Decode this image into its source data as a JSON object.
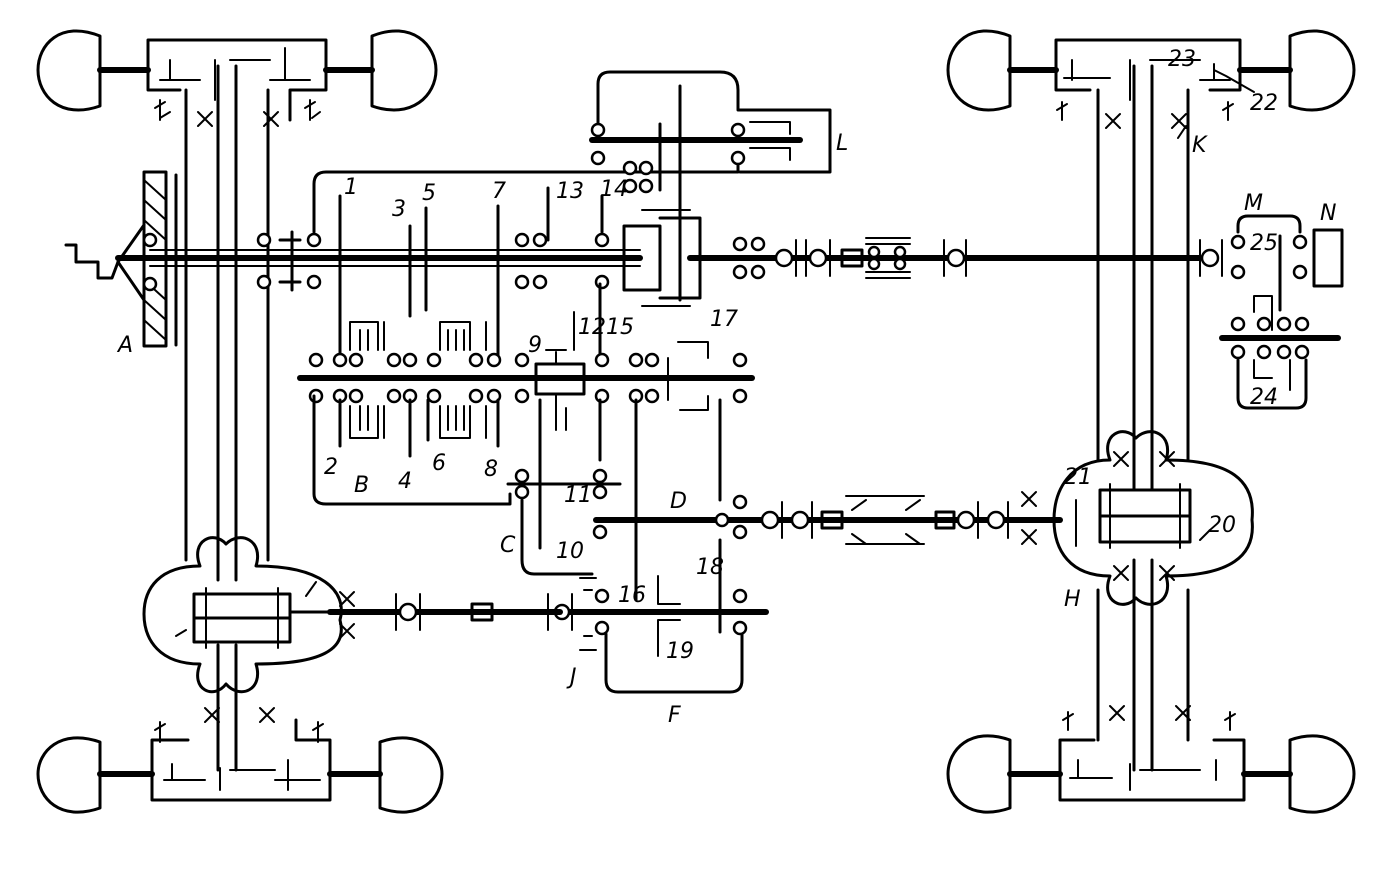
{
  "letters": {
    "A": "A",
    "B": "B",
    "C": "C",
    "D": "D",
    "F": "F",
    "H": "H",
    "J": "J",
    "K": "K",
    "L": "L",
    "M": "M",
    "N": "N"
  },
  "gears": {
    "g1": "1",
    "g2": "2",
    "g3": "3",
    "g4": "4",
    "g5": "5",
    "g6": "6",
    "g7": "7",
    "g8": "8",
    "g9": "9",
    "g10": "10",
    "g11": "11",
    "g12": "12",
    "g13": "13",
    "g14": "14",
    "g15": "15",
    "g16": "16",
    "g17": "17",
    "g18": "18",
    "g19": "19",
    "g20": "20",
    "g21": "21",
    "g22": "22",
    "g23": "23",
    "g24": "24",
    "g25": "25"
  }
}
